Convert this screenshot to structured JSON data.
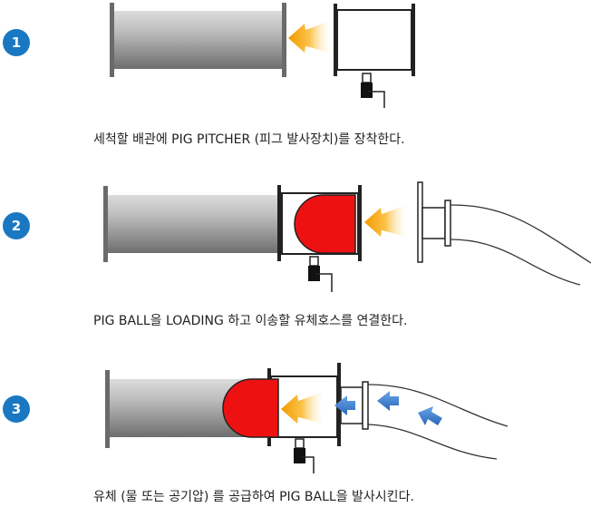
{
  "steps": [
    {
      "number": "1",
      "caption": "세척할 배관에 PIG PITCHER (피그 발사장치)를 장착한다."
    },
    {
      "number": "2",
      "caption": "PIG BALL을 LOADING 하고 이송할 유체호스를 연결한다."
    },
    {
      "number": "3",
      "caption": "유체 (물 또는 공기압) 를 공급하여 PIG BALL을 발사시킨다."
    }
  ],
  "colors": {
    "badge": "#1a78c2",
    "pig_ball": "#ee1111",
    "arrow_orange": "#f5a30a",
    "arrow_blue": "#3a7fd0"
  }
}
